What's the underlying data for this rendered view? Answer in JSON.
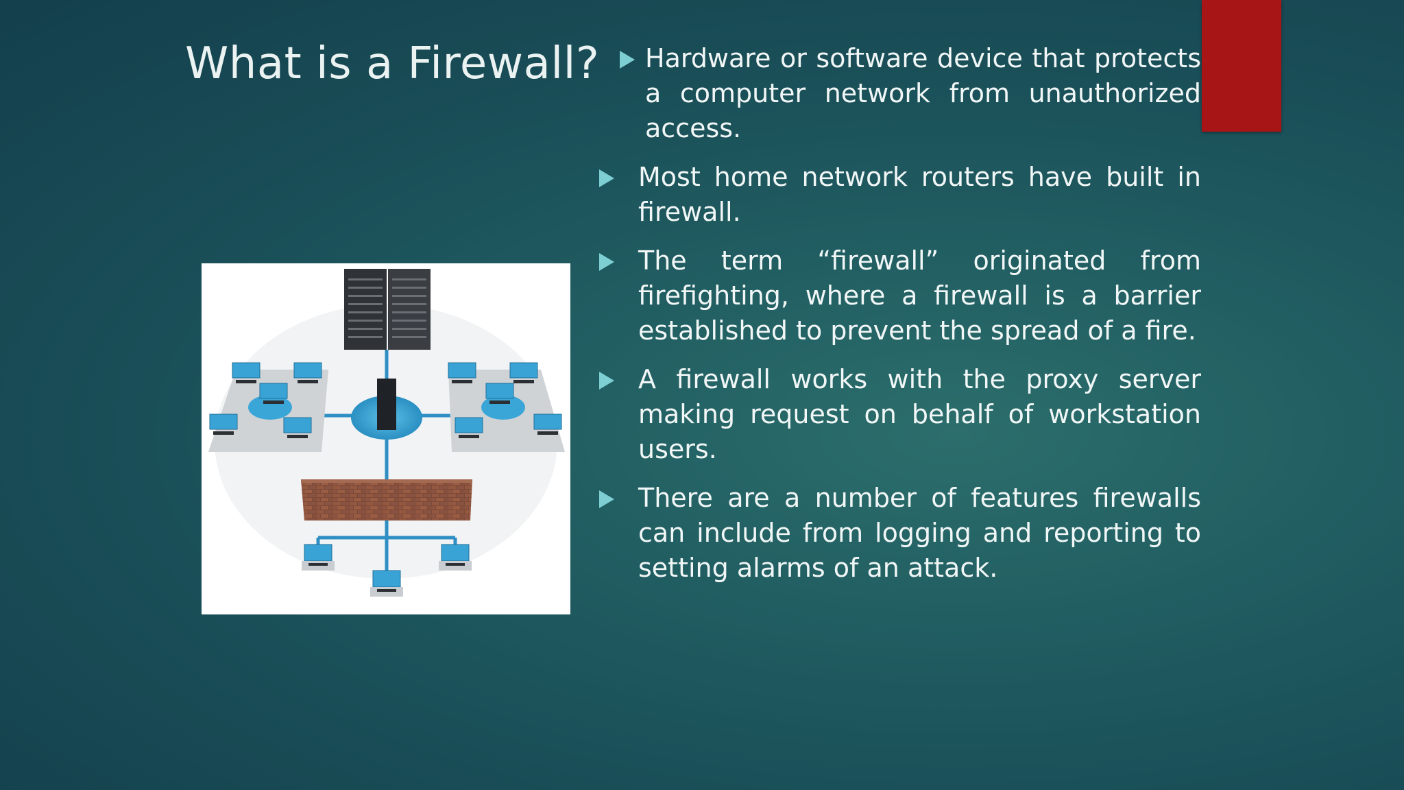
{
  "slide": {
    "title": "What is a Firewall?",
    "accent_color": "#a81516",
    "bullet_icon": "triangle-arrow-icon",
    "bullets": [
      "Hardware or software device that protects a computer network from unauthorized access.",
      "Most home network routers have built in firewall.",
      "The term “firewall” originated from firefighting, where a firewall is a barrier established to prevent the spread of a fire.",
      "A firewall works with the proxy server making request on behalf of workstation users.",
      "There are a number of features firewalls can include from logging and reporting to setting alarms of an attack."
    ],
    "image_icon": "network-firewall-diagram"
  }
}
